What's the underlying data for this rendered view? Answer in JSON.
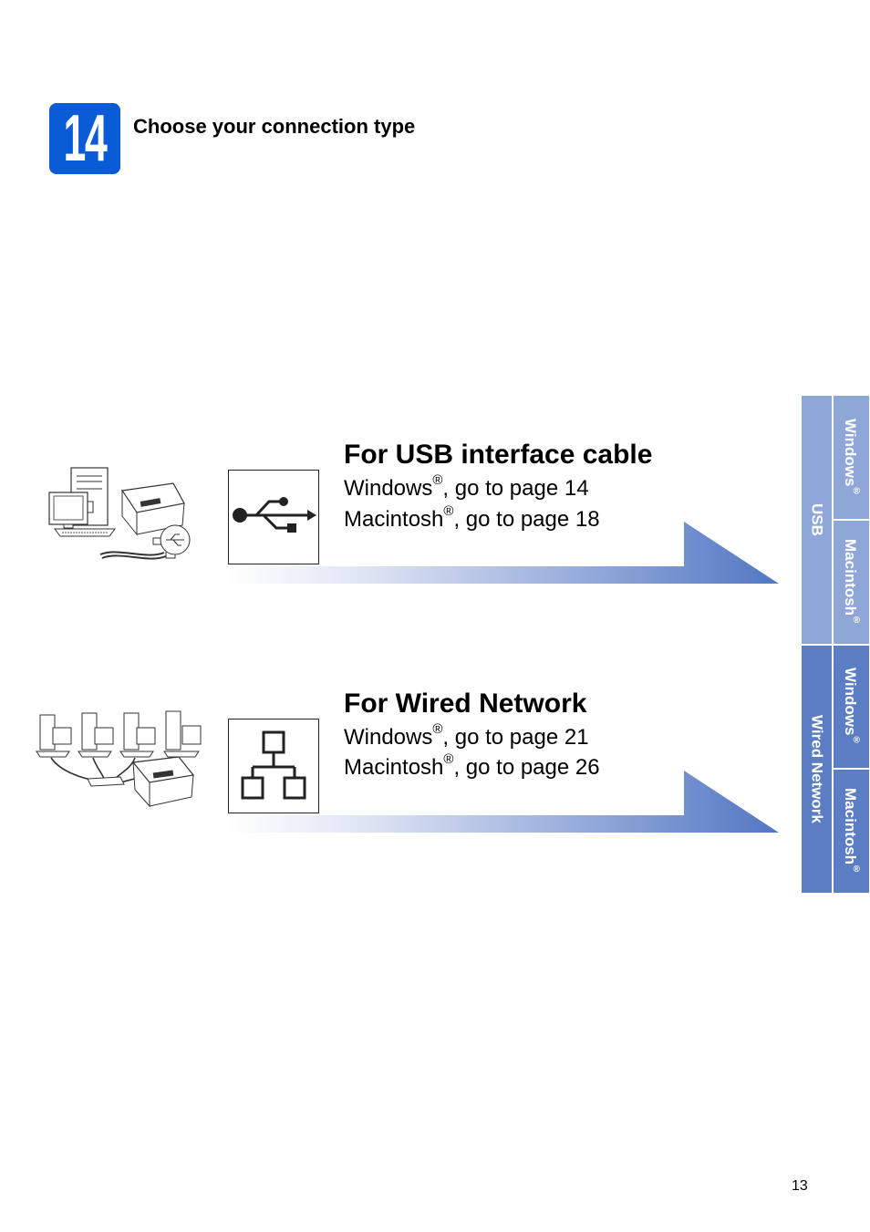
{
  "step": {
    "number": "14",
    "title": "Choose your connection type"
  },
  "options": [
    {
      "title": "For USB interface cable",
      "windows_label": "Windows",
      "windows_rest": ", go to page 14",
      "mac_label": "Macintosh",
      "mac_rest": ", go to page 18",
      "reg": "®",
      "icon": "usb-icon"
    },
    {
      "title": "For Wired Network",
      "windows_label": "Windows",
      "windows_rest": ", go to page 21",
      "mac_label": "Macintosh",
      "mac_rest": ", go to page 26",
      "reg": "®",
      "icon": "network-icon"
    }
  ],
  "side_tabs": {
    "usb": "USB",
    "wired": "Wired Network",
    "windows": "Windows",
    "macintosh": "Macintosh",
    "reg": "®"
  },
  "colors": {
    "step_blue": "#0a5bd6",
    "tab_light": "#8ea6d8",
    "tab_dark": "#5a7dc4",
    "band_end": "#5277c3"
  },
  "page_number": "13"
}
